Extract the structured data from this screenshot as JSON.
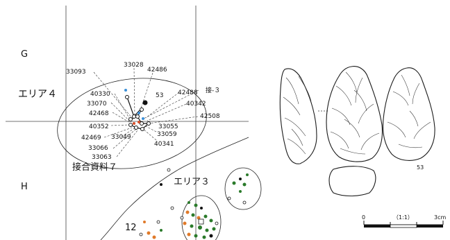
{
  "map": {
    "grid_labels": [
      "G",
      "H"
    ],
    "area_labels": [
      "エリア４",
      "エリア３"
    ],
    "group_label": "接合資料７",
    "join_label": "接-３",
    "cell_number": "12",
    "artifact_ids": [
      "33093",
      "33028",
      "42486",
      "40330",
      "53",
      "42488",
      "33070",
      "40342",
      "42468",
      "42508",
      "40352",
      "33055",
      "42469",
      "33059",
      "33049",
      "40341",
      "33066",
      "33063"
    ]
  },
  "artifact": {
    "number": "53",
    "scale": {
      "start": "0",
      "ratio": "（1:1）",
      "end": "3cm"
    }
  }
}
